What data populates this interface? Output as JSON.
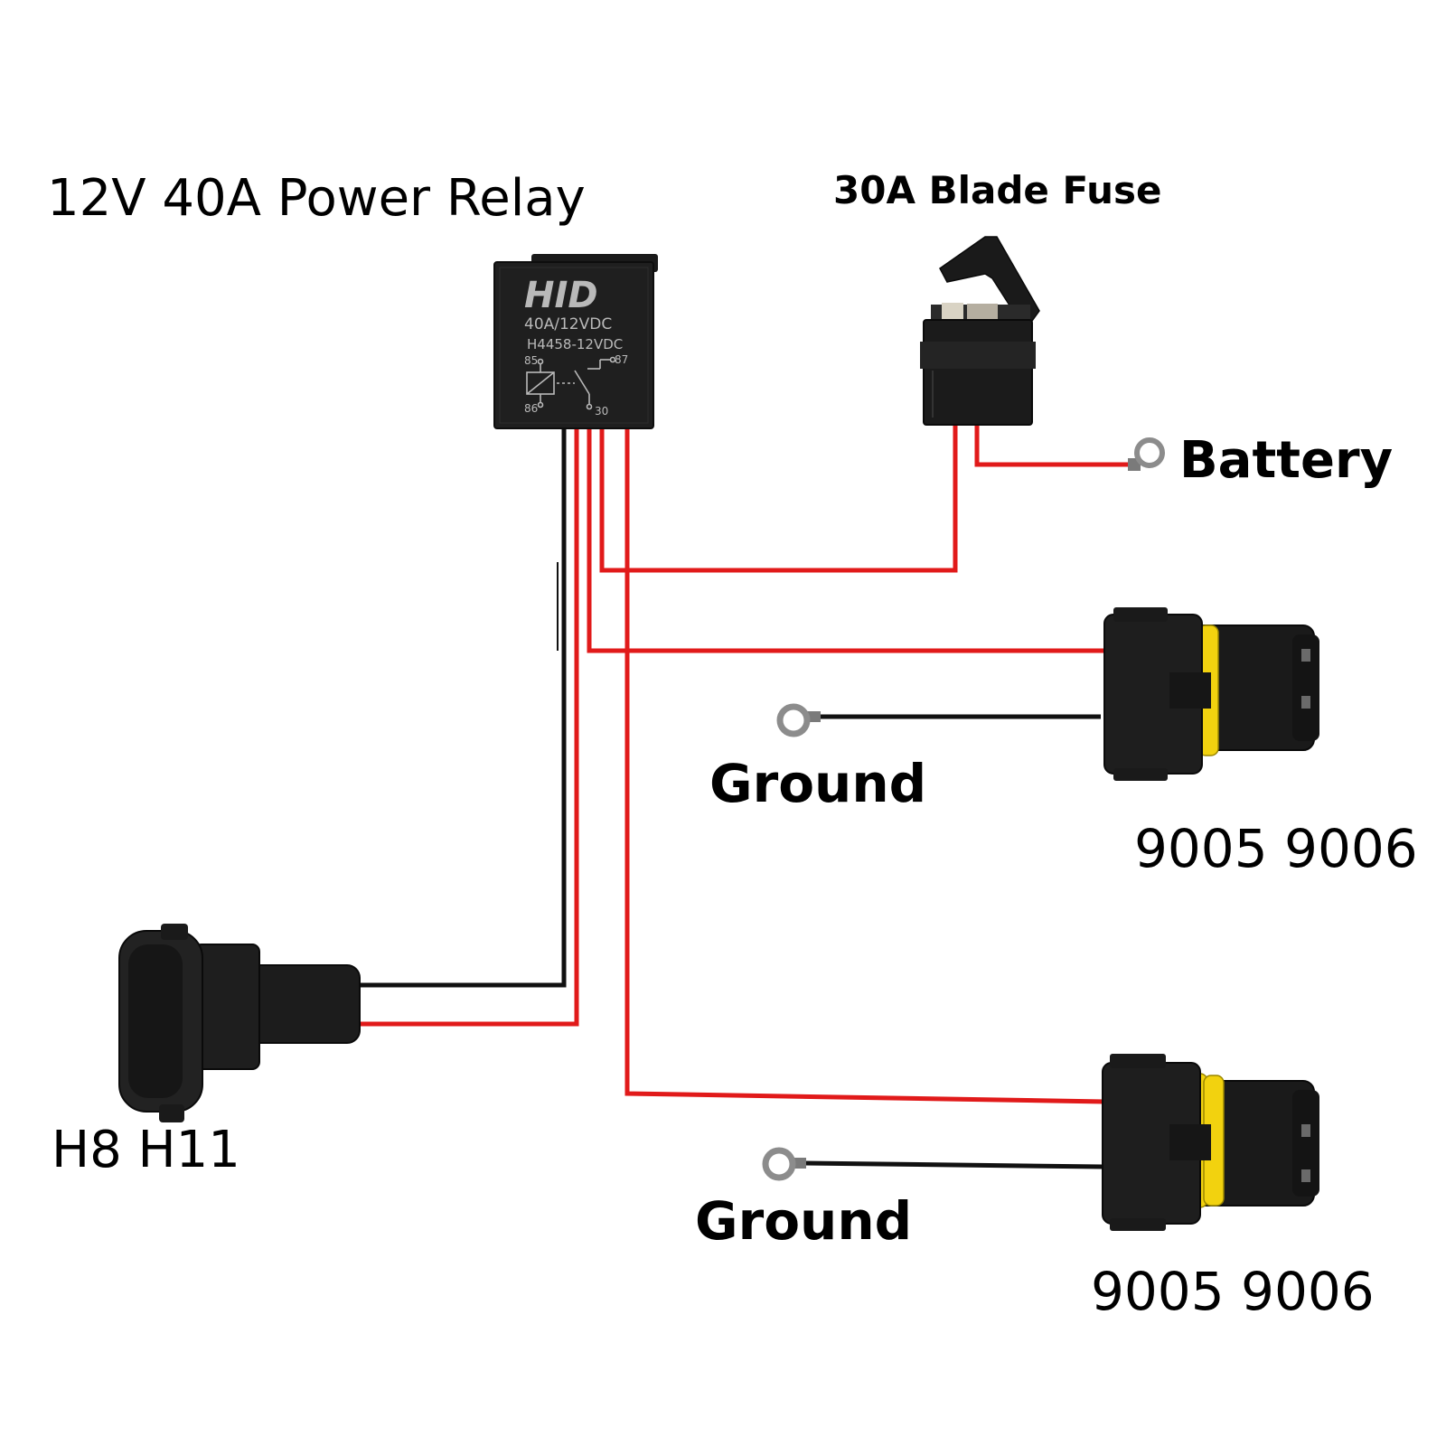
{
  "labels": {
    "relay_title": "12V 40A Power Relay",
    "fuse_title": "30A Blade Fuse",
    "battery": "Battery",
    "ground_upper": "Ground",
    "ground_lower": "Ground",
    "connector_upper": "9005 9006",
    "connector_lower": "9005 9006",
    "plug": "H8 H11"
  },
  "relay_face": {
    "brand": "HID",
    "rating": "40A/12VDC",
    "model": "H4458-12VDC",
    "pin_85": "85",
    "pin_86": "86",
    "pin_87": "87",
    "pin_30": "30"
  },
  "colors": {
    "wire_power": "#e11a1a",
    "wire_ground": "#111111",
    "component_body": "#1c1c1c",
    "connector_seal": "#f2d20f",
    "ring_terminal": "#8c8c8c"
  }
}
